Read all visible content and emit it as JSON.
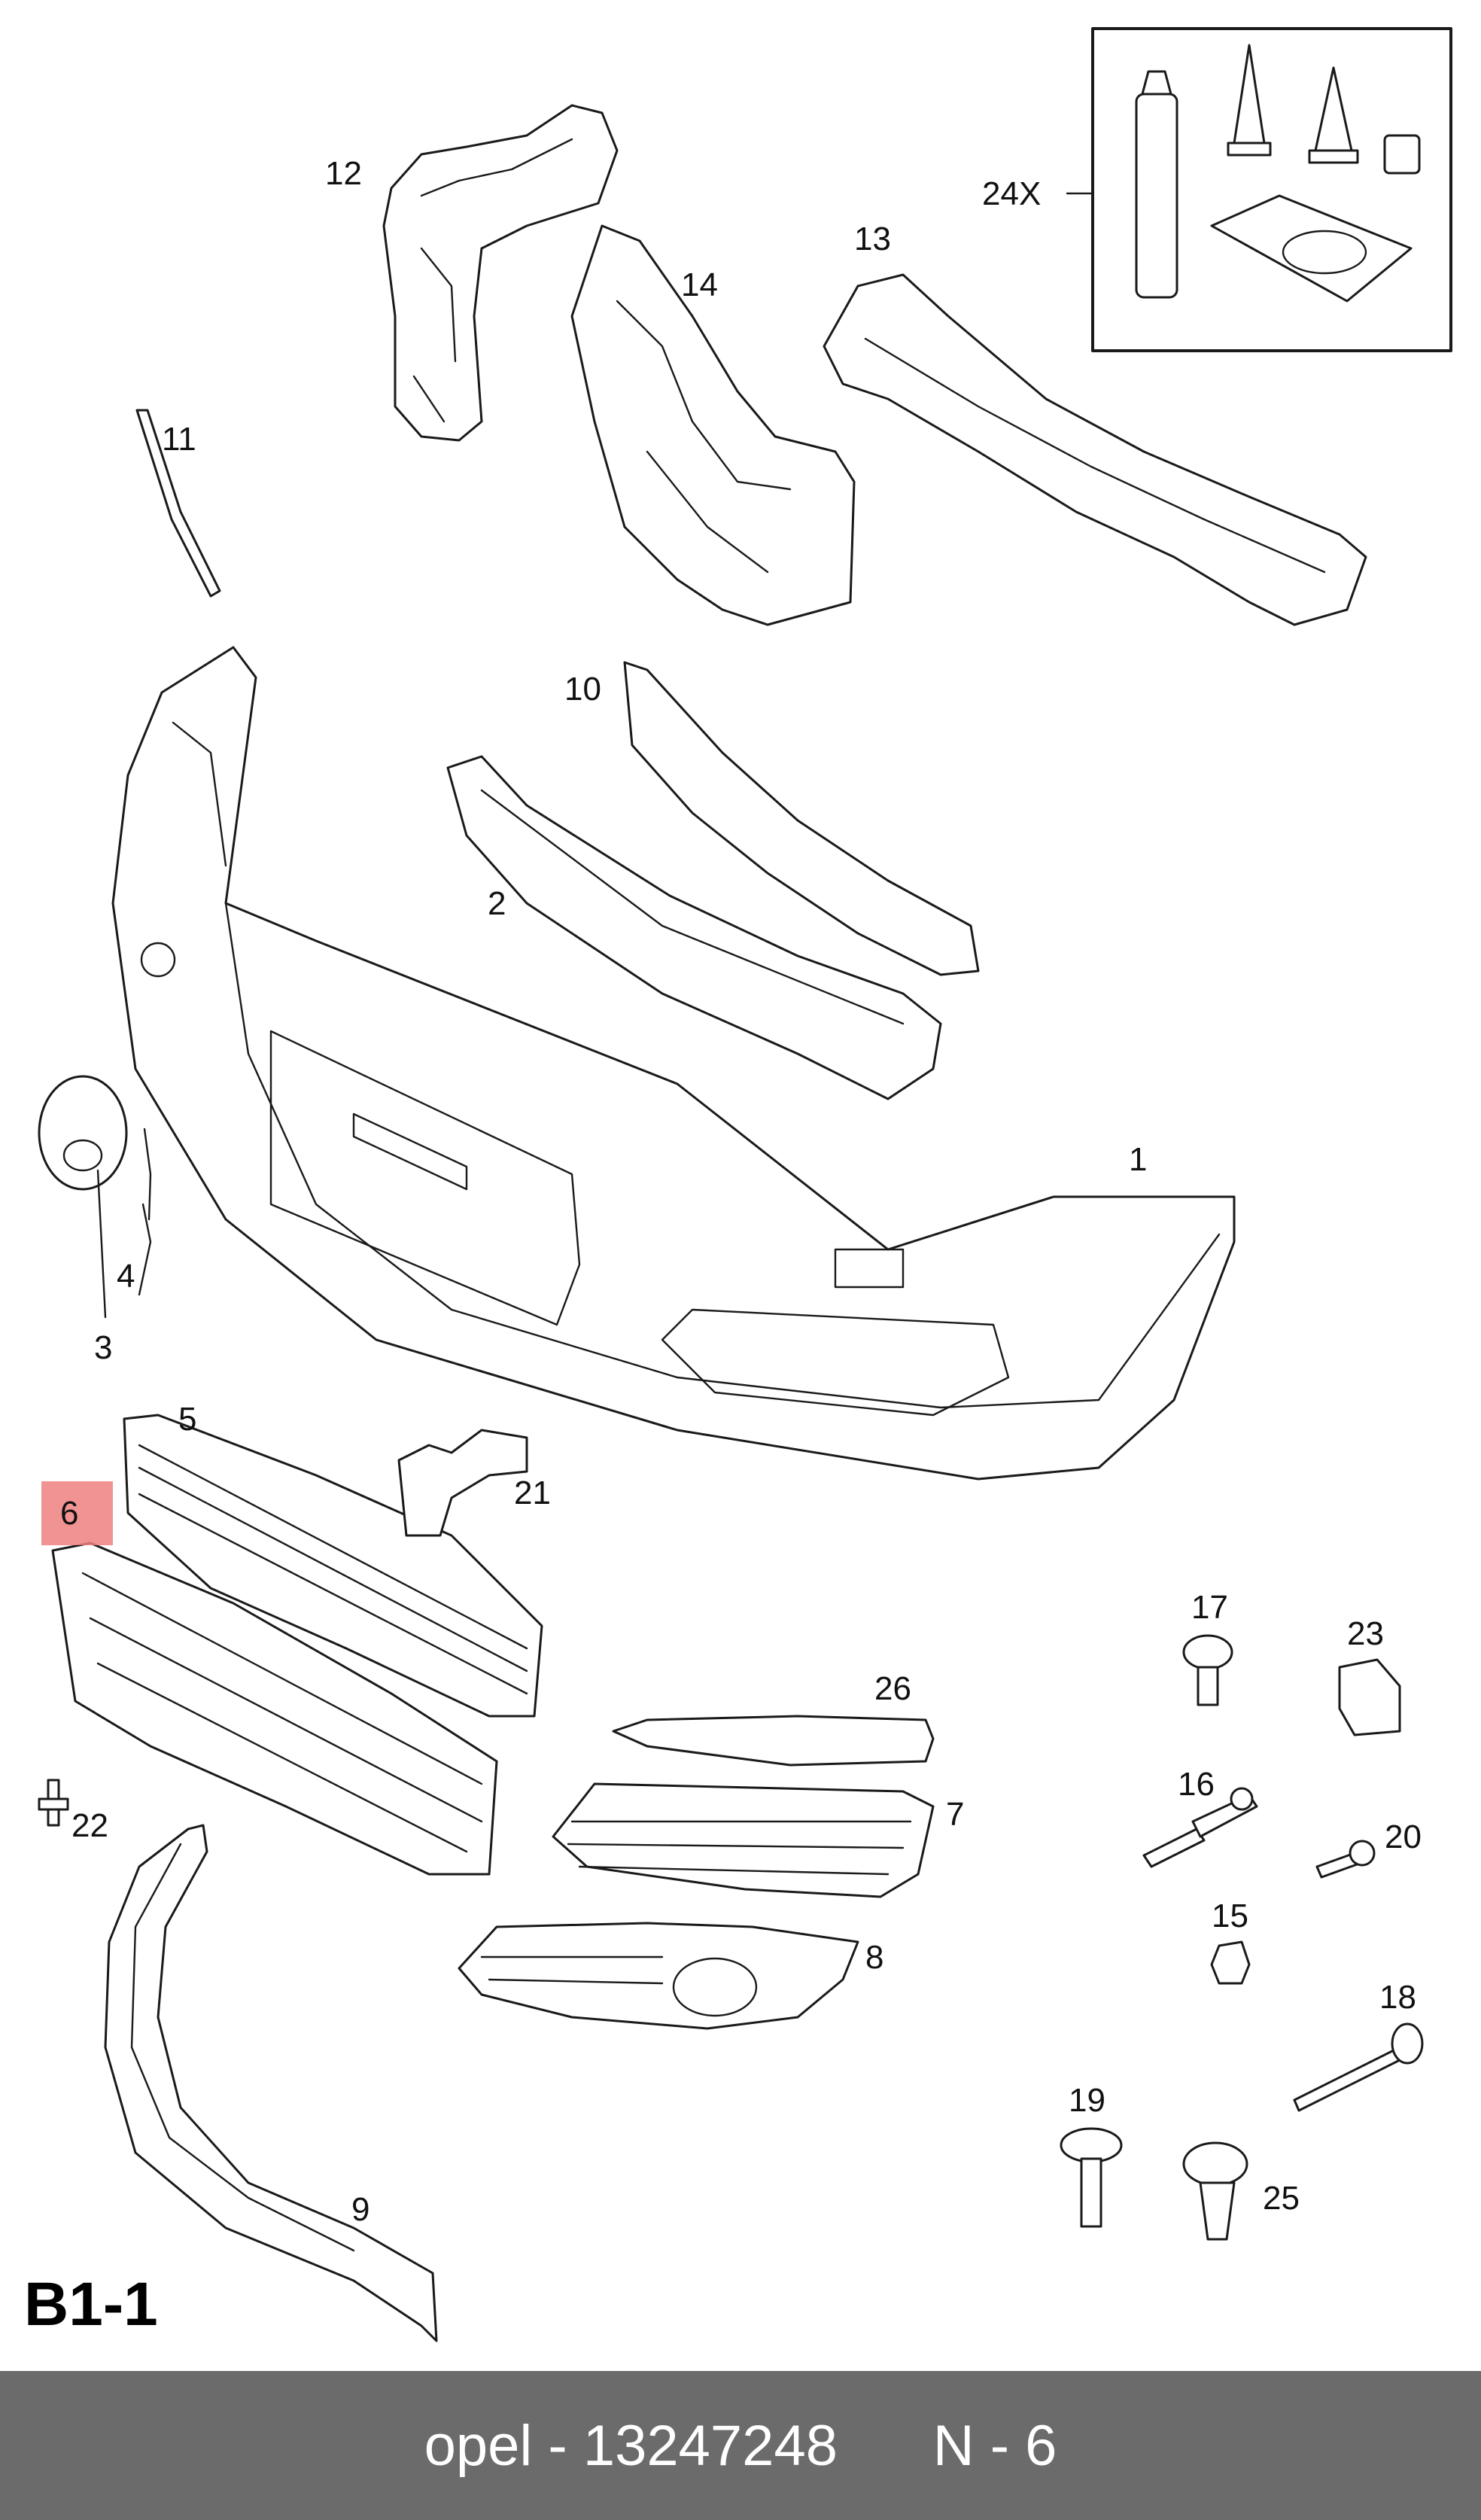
{
  "diagram": {
    "page_label": "B1-1",
    "highlight_color": "#f08080",
    "highlighted_callout": "6",
    "callouts": [
      "1",
      "2",
      "3",
      "4",
      "5",
      "6",
      "7",
      "8",
      "9",
      "10",
      "11",
      "12",
      "13",
      "14",
      "15",
      "16",
      "17",
      "18",
      "19",
      "20",
      "21",
      "22",
      "23",
      "24X",
      "25",
      "26"
    ]
  },
  "footer": {
    "brand": "opel",
    "part_number": "13247248",
    "position": "N - 6",
    "background": "#6b6b6b"
  }
}
